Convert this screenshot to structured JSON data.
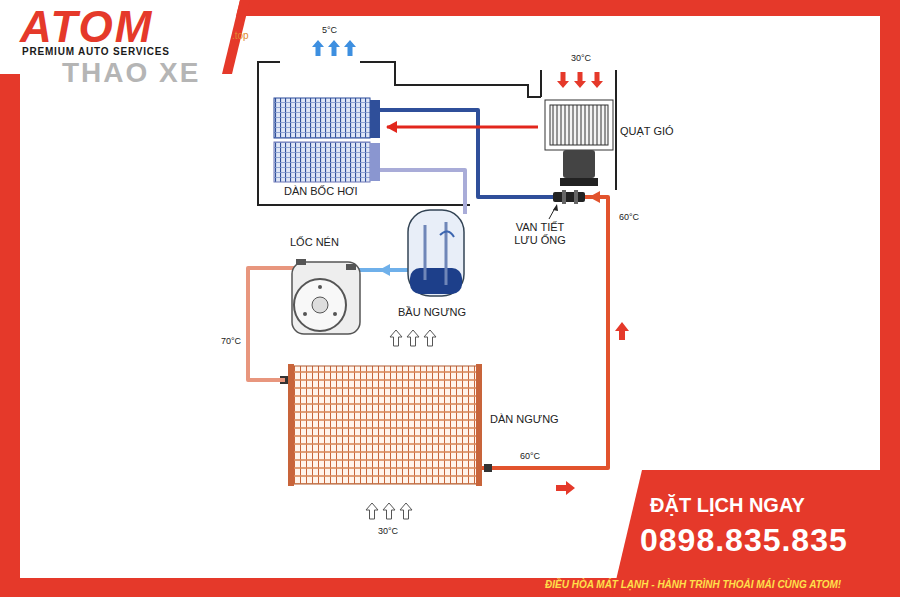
{
  "diagram": {
    "nodes": [
      {
        "text": [
          "DÀN BỐC HƠI"
        ]
      },
      {
        "text": [
          "QUẠT GIÓ"
        ]
      },
      {
        "text": [
          "VAN TIẾT LƯU ỐNG"
        ]
      },
      {
        "text": [
          "LỐC NÉN"
        ]
      },
      {
        "text": [
          "BẦU NGƯNG"
        ]
      },
      {
        "text": [
          "DÀN NGƯNG"
        ]
      }
    ],
    "edges": [
      {
        "from": 3,
        "to": 5,
        "arrow": "none",
        "label": "70°C"
      },
      {
        "from": 5,
        "to": 2,
        "arrow": "to",
        "label": "60°C"
      },
      {
        "from": 2,
        "to": 0,
        "arrow": "none"
      },
      {
        "from": 0,
        "to": 4,
        "arrow": "none"
      },
      {
        "from": 4,
        "to": 3,
        "arrow": "to"
      },
      {
        "from": 1,
        "to": 0,
        "arrow": "to"
      }
    ],
    "labels": [
      "ATOM",
      "PREMIUM AUTO SERVICES",
      "THAO XE",
      ".top",
      "5°C",
      "30°C",
      "60°C",
      "30°C",
      "ĐẶT LỊCH NGAY",
      "0898.835.835",
      "ĐIỀU HÒA MÁT LẠNH - HÀNH TRÌNH THOẢI MÁI CÙNG ATOM!"
    ]
  }
}
